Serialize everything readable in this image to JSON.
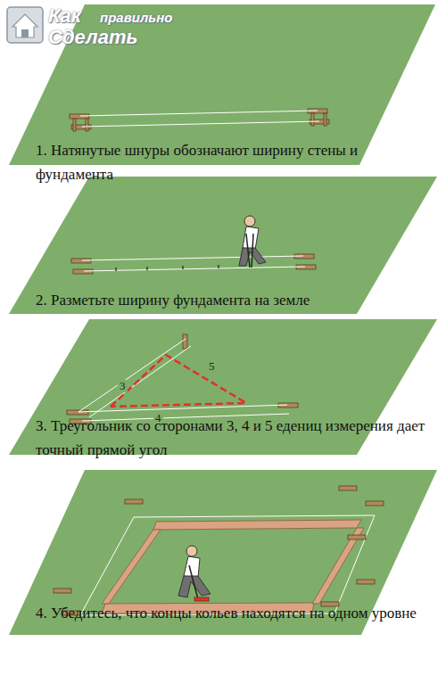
{
  "diagram": {
    "labels": [
      "Как",
      "правильно",
      "Сделать",
      "1. Натянутые шнуры обозначают ширину стены и фундамента",
      "2. Разметьте ширину фундамента на земле",
      "5",
      "3",
      "4",
      "3. Треугольник со сторонами 3, 4 и 5 едениц измерения дает точный прямой угол",
      "4. Убедитесь, что концы кольев находятся на одном уровне"
    ]
  }
}
